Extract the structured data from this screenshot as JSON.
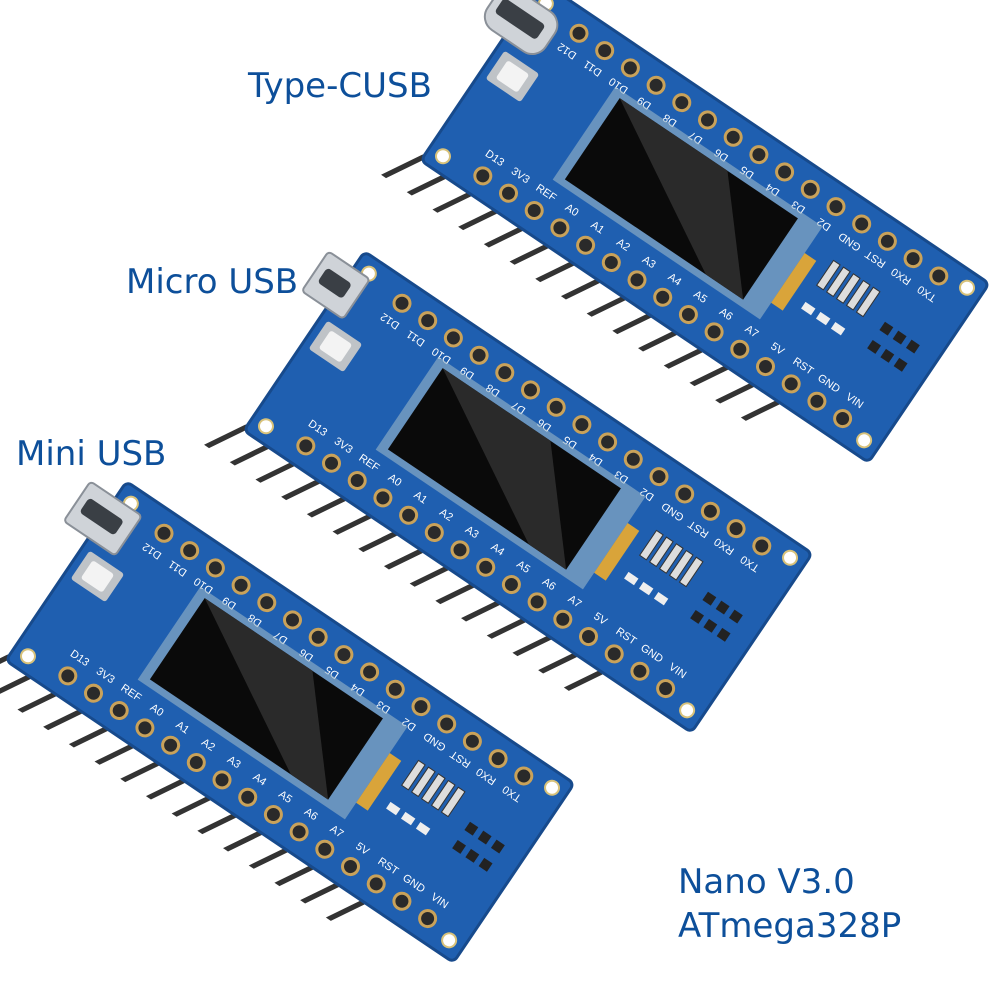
{
  "labels": {
    "type_c": "Type-CUSB",
    "micro": "Micro USB",
    "mini": "Mini USB",
    "model_line1": "Nano V3.0",
    "model_line2": "ATmega328P"
  },
  "pins": {
    "top_row": [
      "D12",
      "D11",
      "D10",
      "D9",
      "D8",
      "D7",
      "D6",
      "D5",
      "D4",
      "D3",
      "D2",
      "GND",
      "RST",
      "RX0",
      "TX0"
    ],
    "bottom_row": [
      "D13",
      "3V3",
      "REF",
      "A0",
      "A1",
      "A2",
      "A3",
      "A4",
      "A5",
      "A6",
      "A7",
      "5V",
      "RST",
      "GND",
      "VIN"
    ]
  },
  "boards": [
    {
      "name": "type-c-board",
      "connector": "usb-c"
    },
    {
      "name": "micro-usb-board",
      "connector": "micro-usb"
    },
    {
      "name": "mini-usb-board",
      "connector": "mini-usb"
    }
  ],
  "colors": {
    "text": "#0d4f9a",
    "pcb": "#1f5fb0",
    "pcb_edge": "#174a8c",
    "screen": "#0a0a0a",
    "pad": "#c9a25a"
  }
}
